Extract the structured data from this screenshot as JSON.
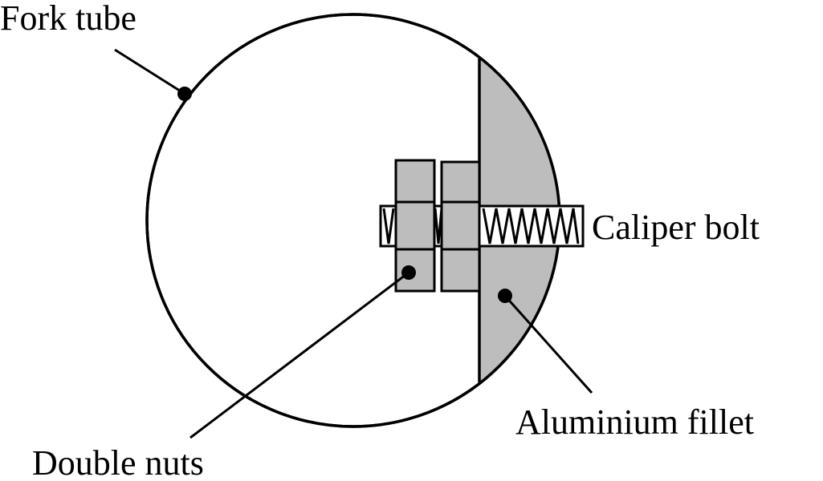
{
  "labels": {
    "fork_tube": "Fork tube",
    "caliper_bolt": "Caliper bolt",
    "aluminium_fillet": "Aluminium fillet",
    "double_nuts": "Double nuts"
  },
  "colors": {
    "line": "#000000",
    "fill": "#bdbdbd",
    "background": "#ffffff"
  }
}
